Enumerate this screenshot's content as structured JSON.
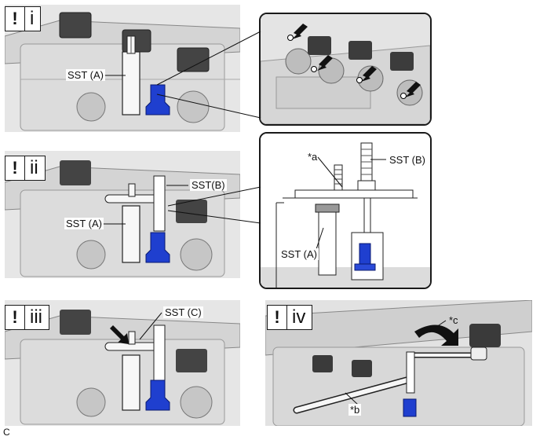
{
  "steps": {
    "i": {
      "mark": "!",
      "numeral": "i"
    },
    "ii": {
      "mark": "!",
      "numeral": "ii"
    },
    "iii": {
      "mark": "!",
      "numeral": "iii"
    },
    "iv": {
      "mark": "!",
      "numeral": "iv"
    }
  },
  "labels": {
    "sst_a": "SST (A)",
    "sst_b_tight": "SST(B)",
    "sst_b": "SST (B)",
    "sst_c": "SST (C)",
    "star_a": "*a",
    "star_b": "*b",
    "star_c": "*c"
  },
  "figure_code": "C",
  "colors": {
    "engine": "#d2d2d2",
    "engine_dark": "#8a8a8a",
    "injector": "#1f3fcf",
    "outline": "#1a1a1a"
  }
}
